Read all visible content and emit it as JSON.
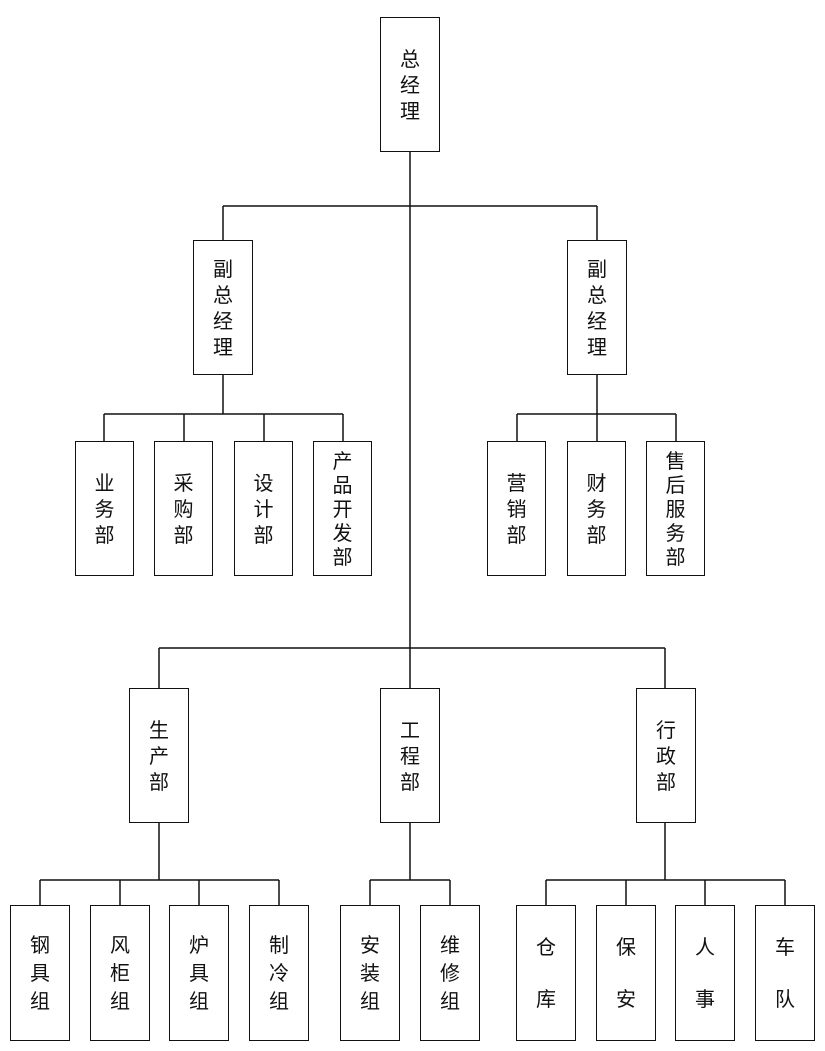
{
  "nodes": [
    {
      "id": "ceo",
      "chars": [
        "总",
        "经",
        "理"
      ]
    },
    {
      "id": "vp-left",
      "chars": [
        "副",
        "总",
        "经",
        "理"
      ]
    },
    {
      "id": "vp-right",
      "chars": [
        "副",
        "总",
        "经",
        "理"
      ]
    },
    {
      "id": "business",
      "chars": [
        "业",
        "务",
        "部"
      ]
    },
    {
      "id": "purchasing",
      "chars": [
        "采",
        "购",
        "部"
      ]
    },
    {
      "id": "design",
      "chars": [
        "设",
        "计",
        "部"
      ]
    },
    {
      "id": "product-dev",
      "chars": [
        "产",
        "品",
        "开",
        "发",
        "部"
      ]
    },
    {
      "id": "marketing",
      "chars": [
        "营",
        "销",
        "部"
      ]
    },
    {
      "id": "finance",
      "chars": [
        "财",
        "务",
        "部"
      ]
    },
    {
      "id": "after-sales",
      "chars": [
        "售",
        "后",
        "服",
        "务",
        "部"
      ]
    },
    {
      "id": "production",
      "chars": [
        "生",
        "产",
        "部"
      ]
    },
    {
      "id": "engineering",
      "chars": [
        "工",
        "程",
        "部"
      ]
    },
    {
      "id": "administration",
      "chars": [
        "行",
        "政",
        "部"
      ]
    },
    {
      "id": "steel",
      "chars": [
        "钢",
        "具",
        "组"
      ]
    },
    {
      "id": "cabinet",
      "chars": [
        "风",
        "柜",
        "组"
      ]
    },
    {
      "id": "stove",
      "chars": [
        "炉",
        "具",
        "组"
      ]
    },
    {
      "id": "refrigeration",
      "chars": [
        "制",
        "冷",
        "组"
      ]
    },
    {
      "id": "installation",
      "chars": [
        "安",
        "装",
        "组"
      ]
    },
    {
      "id": "maintenance",
      "chars": [
        "维",
        "修",
        "组"
      ]
    },
    {
      "id": "warehouse",
      "chars": [
        "仓",
        "库"
      ]
    },
    {
      "id": "security",
      "chars": [
        "保",
        "安"
      ]
    },
    {
      "id": "hr",
      "chars": [
        "人",
        "事"
      ]
    },
    {
      "id": "fleet",
      "chars": [
        "车",
        "队"
      ]
    }
  ]
}
